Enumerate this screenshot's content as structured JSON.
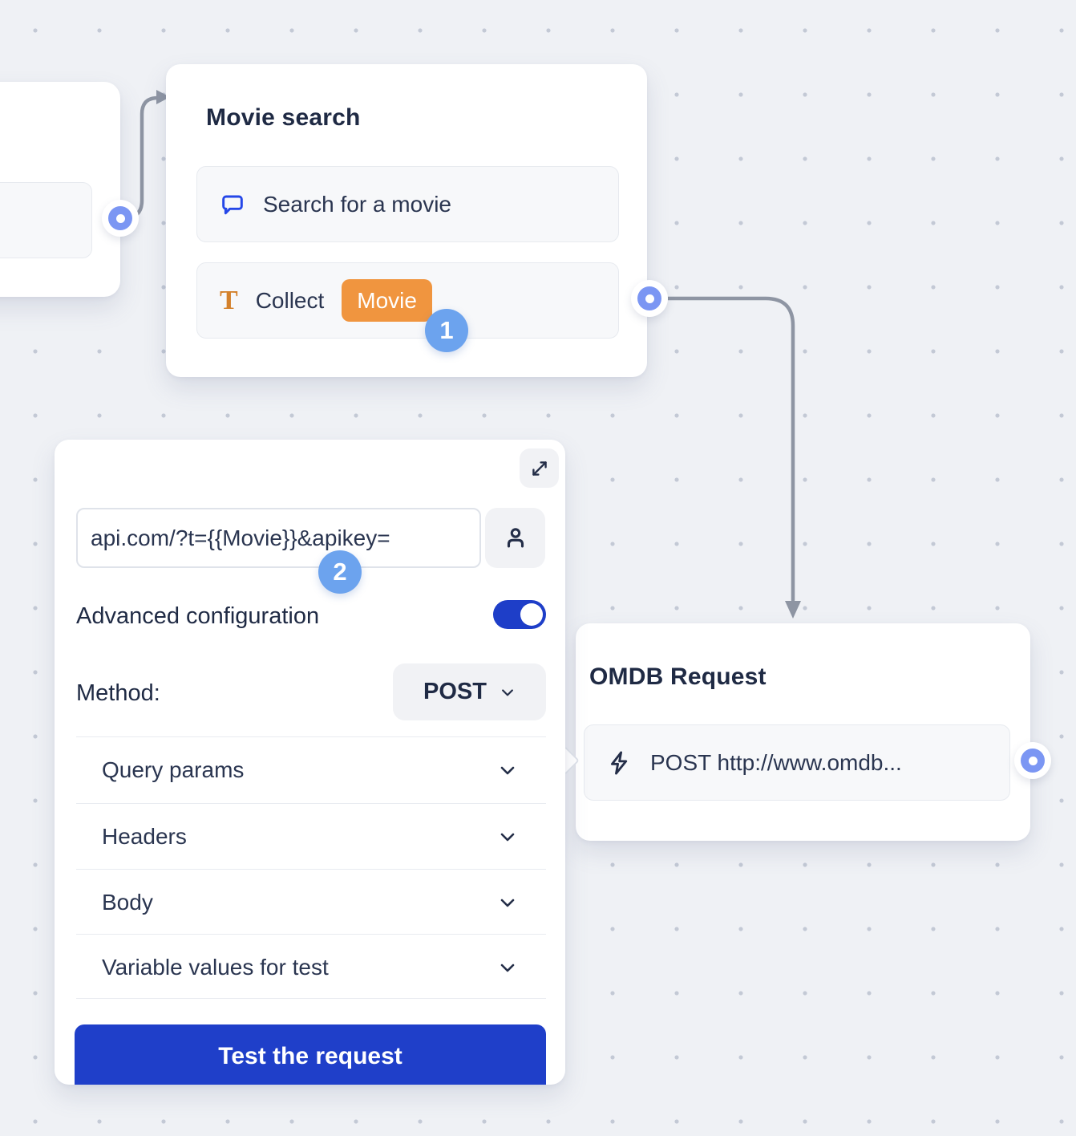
{
  "canvas": {
    "background": "#eff1f5",
    "dot_color": "#c3c9d5",
    "wire_color": "#8e95a3"
  },
  "colors": {
    "accent_blue": "#1f3fc9",
    "port_blue": "#7b96f3",
    "badge_blue": "#6ca3ee",
    "chip_orange": "#f0953f",
    "icon_orange": "#d4812b",
    "icon_chat_blue": "#2547e8",
    "text_navy": "#1f2a44"
  },
  "icons": {
    "expand": "expand-diagonal-arrows",
    "person": "person-outline",
    "chat": "chat-bubble",
    "text": "serif-T",
    "lightning": "lightning-bolt",
    "chevron": "chevron-down"
  },
  "steps": {
    "one": "1",
    "two": "2"
  },
  "movie_search": {
    "title": "Movie search",
    "items": [
      {
        "icon": "chat-bubble-icon",
        "label": "Search for a movie"
      },
      {
        "icon": "text-input-icon",
        "label": "Collect",
        "variable": "Movie"
      }
    ]
  },
  "omdb": {
    "title": "OMDB Request",
    "item": {
      "icon": "lightning-icon",
      "label": "POST http://www.omdb..."
    }
  },
  "panel": {
    "url": {
      "value": "api.com/?t={{Movie}}&apikey="
    },
    "advanced_label": "Advanced configuration",
    "advanced_on": true,
    "method_label": "Method:",
    "method_value": "POST",
    "sections": [
      "Query params",
      "Headers",
      "Body",
      "Variable values for test"
    ],
    "test_button_label": "Test the request"
  }
}
